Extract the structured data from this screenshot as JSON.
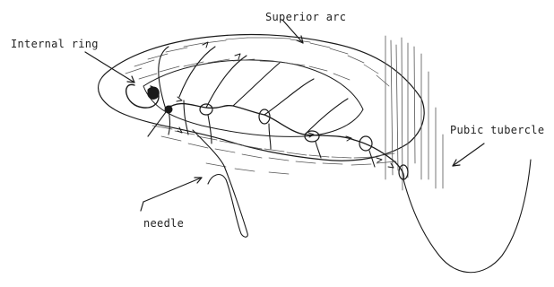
{
  "labels": {
    "internal_ring": "Internal ring",
    "superior_arc": "Superior arc",
    "pubic_tubercle": "Pubic tubercle",
    "needle": "needle"
  },
  "colors": {
    "ink": "#1a1a1a",
    "hatch": "#555555",
    "background": "#ffffff"
  }
}
